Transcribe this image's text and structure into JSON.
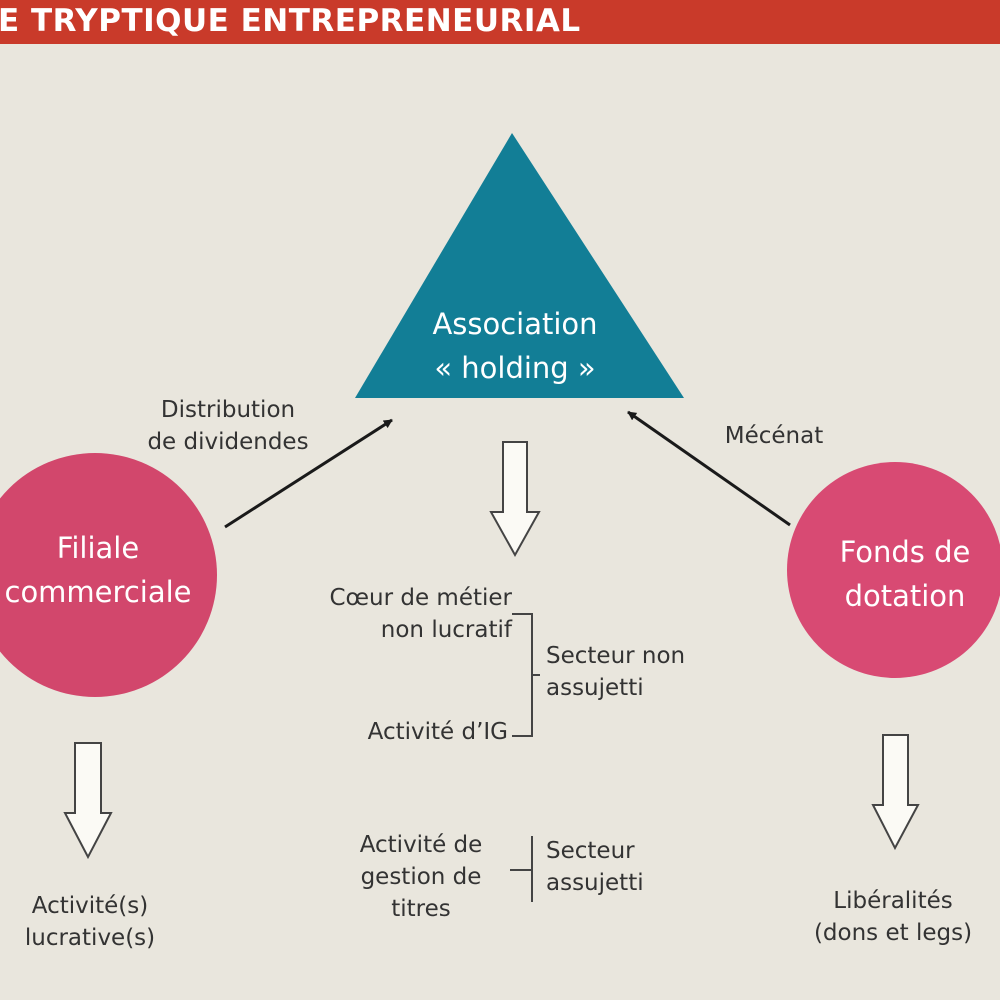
{
  "header": {
    "title": "E TRYPTIQUE ENTREPRENEURIAL"
  },
  "nodes": {
    "holding": {
      "line1": "Association",
      "line2": "« holding »",
      "color": "#127e96"
    },
    "filiale": {
      "line1": "Filiale",
      "line2": "commerciale",
      "color": "#d2476c"
    },
    "fonds": {
      "line1": "Fonds de",
      "line2": "dotation",
      "color": "#d84a73"
    }
  },
  "edges": {
    "filiale_to_holding": {
      "line1": "Distribution",
      "line2": "de dividendes"
    },
    "fonds_to_holding": {
      "line1": "Mécénat"
    }
  },
  "center_column": {
    "core": {
      "line1": "Cœur de métier",
      "line2": "non lucratif"
    },
    "ig": "Activité d’IG",
    "non_taxed_sector": {
      "line1": "Secteur non",
      "line2": "assujetti"
    },
    "securities": {
      "line1": "Activité de",
      "line2": "gestion de",
      "line3": "titres"
    },
    "taxed_sector": {
      "line1": "Secteur",
      "line2": "assujetti"
    }
  },
  "outputs": {
    "filiale": {
      "line1": "Activité(s)",
      "line2": "lucrative(s)"
    },
    "fonds": {
      "line1": "Libéralités",
      "line2": "(dons et legs)"
    }
  }
}
